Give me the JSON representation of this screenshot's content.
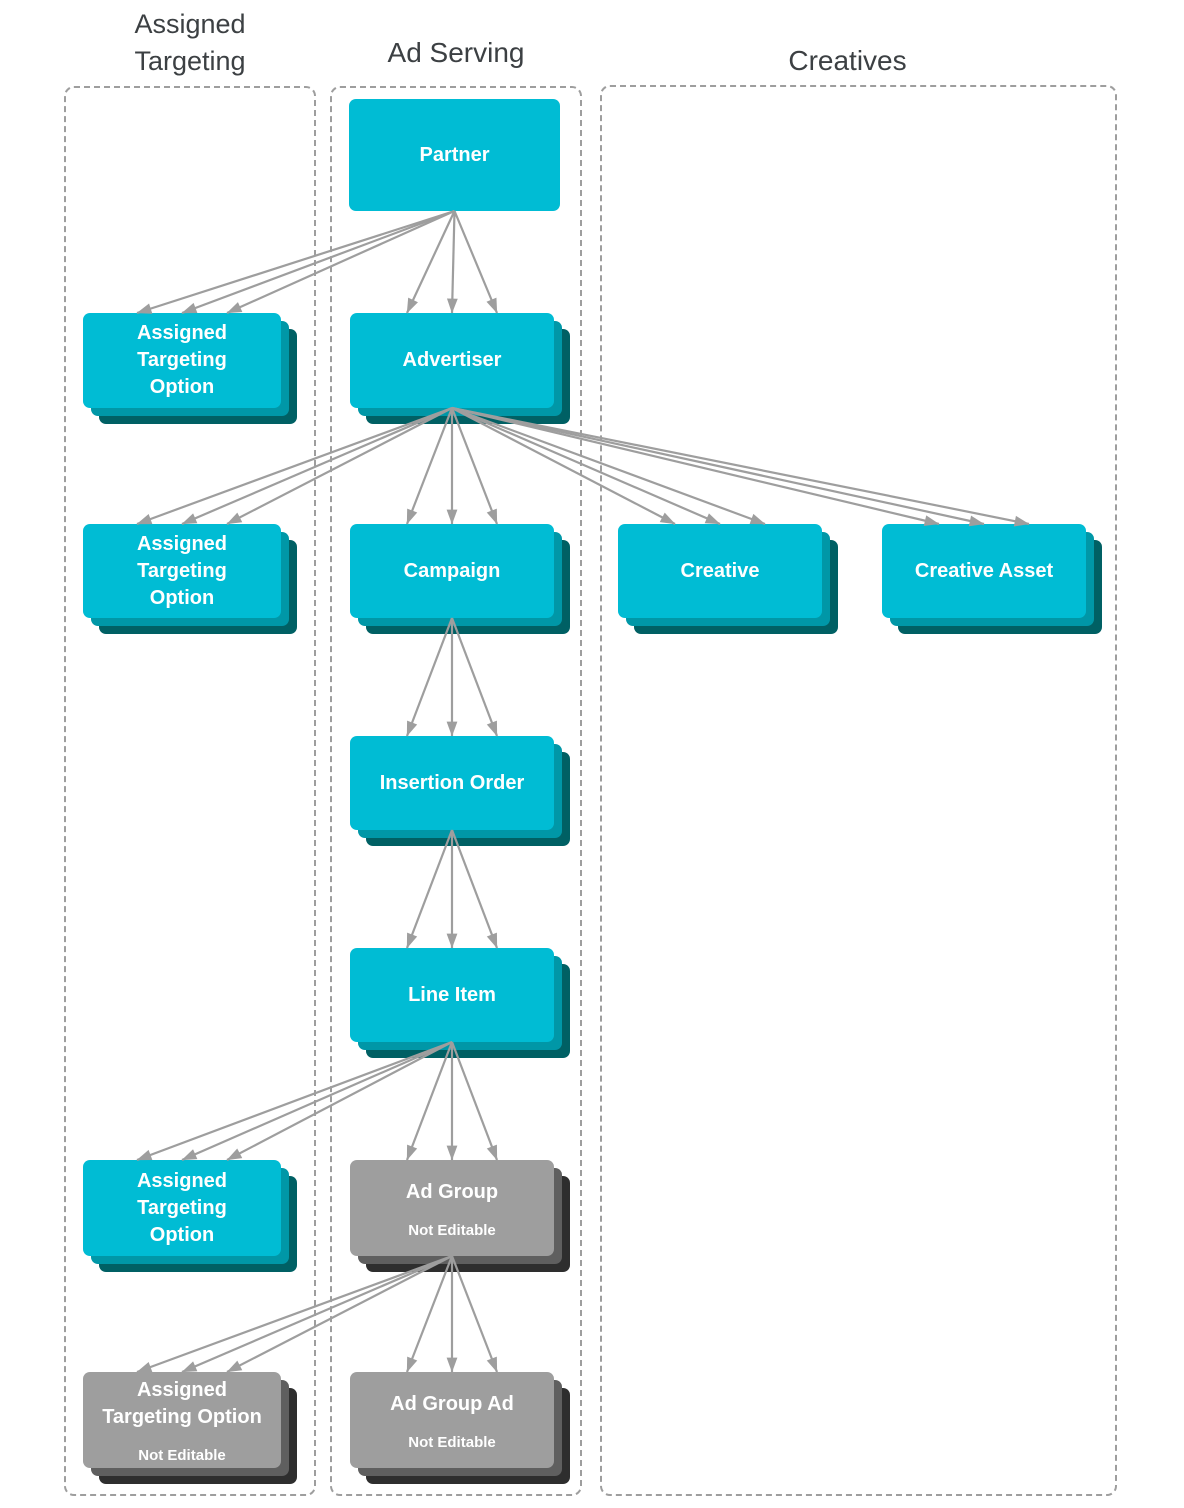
{
  "headers": {
    "assigned_targeting": "Assigned\nTargeting",
    "ad_serving": "Ad Serving",
    "creatives": "Creatives"
  },
  "nodes": {
    "partner": {
      "label": "Partner"
    },
    "ato1": {
      "label": "Assigned\nTargeting\nOption"
    },
    "advertiser": {
      "label": "Advertiser"
    },
    "ato2": {
      "label": "Assigned\nTargeting\nOption"
    },
    "campaign": {
      "label": "Campaign"
    },
    "creative": {
      "label": "Creative"
    },
    "creative_asset": {
      "label": "Creative Asset"
    },
    "insertion_order": {
      "label": "Insertion Order"
    },
    "line_item": {
      "label": "Line Item"
    },
    "ato3": {
      "label": "Assigned\nTargeting\nOption"
    },
    "ad_group": {
      "label": "Ad Group",
      "note": "Not Editable"
    },
    "ato4": {
      "label": "Assigned\nTargeting Option",
      "note": "Not Editable"
    },
    "ad_group_ad": {
      "label": "Ad Group Ad",
      "note": "Not Editable"
    }
  },
  "edges": [
    [
      "partner",
      "ato1"
    ],
    [
      "partner",
      "advertiser"
    ],
    [
      "advertiser",
      "ato2"
    ],
    [
      "advertiser",
      "campaign"
    ],
    [
      "advertiser",
      "creative"
    ],
    [
      "advertiser",
      "creative_asset"
    ],
    [
      "campaign",
      "insertion_order"
    ],
    [
      "insertion_order",
      "line_item"
    ],
    [
      "line_item",
      "ato3"
    ],
    [
      "line_item",
      "ad_group"
    ],
    [
      "ad_group",
      "ato4"
    ],
    [
      "ad_group",
      "ad_group_ad"
    ]
  ],
  "colors": {
    "teal": "#00BCD4",
    "teal_mid": "#0097A7",
    "teal_dark": "#006064",
    "gray": "#9E9E9E",
    "gray_mid": "#5F5F5F",
    "gray_dark": "#2E2E2E",
    "arrow": "#9E9E9E",
    "header_text": "#3C4043"
  }
}
